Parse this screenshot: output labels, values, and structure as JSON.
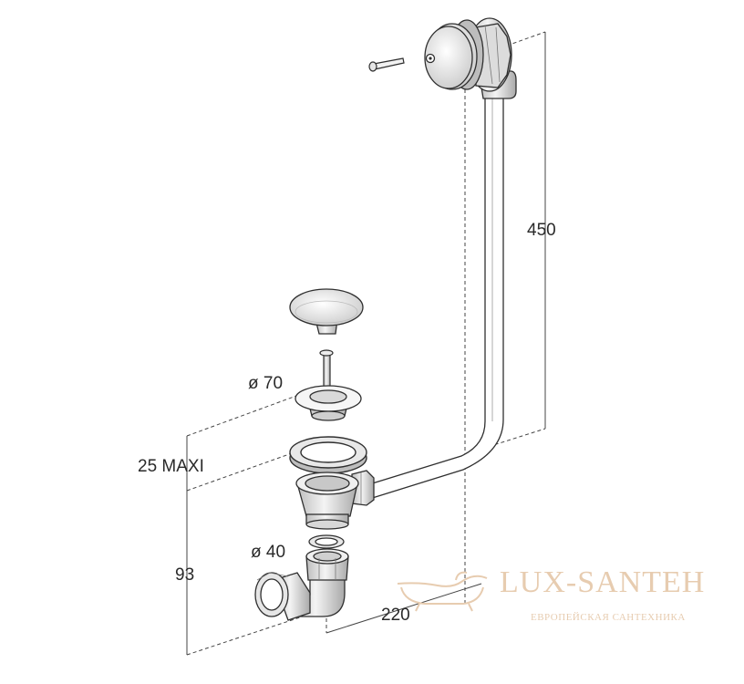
{
  "labels": {
    "height_overflow": "450",
    "diameter_plug": "ø 70",
    "depth_max": "25 MAXI",
    "diameter_outlet": "ø 40",
    "height_trap": "93",
    "length_horizontal": "220"
  },
  "watermark": {
    "brand": "LUX-SANTEH",
    "tagline": "ЕВРОПЕЙСКАЯ САНТЕХНИКА",
    "color": "#e7ccb0"
  },
  "colors": {
    "line": "#2f2f2f",
    "dash": "#444444",
    "metal_light": "#f2f2f2",
    "metal_mid": "#cfcfcf",
    "metal_dark": "#8e8e8e"
  }
}
